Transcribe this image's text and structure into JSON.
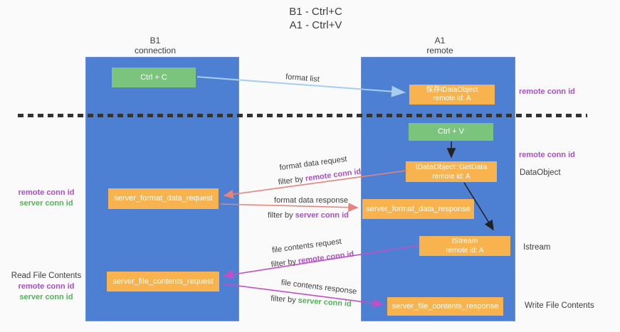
{
  "title": {
    "line1": "B1 - Ctrl+C",
    "line2": "A1 - Ctrl+V"
  },
  "lifelines": {
    "left": {
      "title": "B1",
      "subtitle": "connection"
    },
    "right": {
      "title": "A1",
      "subtitle": "remote"
    }
  },
  "nodes": {
    "ctrl_c": {
      "label": "Ctrl + C"
    },
    "save_dataobject": {
      "line1": "保存IDataObject",
      "line2": "remote id: A"
    },
    "ctrl_v": {
      "label": "Ctrl + V"
    },
    "getdata": {
      "line1": "IDataObject::GetData",
      "line2": "remote id: A"
    },
    "format_request": {
      "label": "server_format_data_request"
    },
    "format_response": {
      "label": "server_format_data_response"
    },
    "istream": {
      "line1": "IStream",
      "line2": "remote id: A"
    },
    "file_request": {
      "label": "server_file_contents_request"
    },
    "file_response": {
      "label": "server_file_contents_response"
    }
  },
  "left_annotations": {
    "remote_conn_1": "remote conn id",
    "server_conn_1": "server conn id",
    "read_file": "Read File Contents",
    "remote_conn_2": "remote conn id",
    "server_conn_2": "server conn id"
  },
  "right_annotations": {
    "remote_conn_1": "remote conn id",
    "remote_conn_2": "remote conn id",
    "dataobject": "DataObject",
    "istream": "Istream",
    "write_file": "Write File Contents"
  },
  "flow_labels": {
    "format_list": "format list",
    "format_request_l1": "format data request",
    "format_request_l2_prefix": "filter by ",
    "format_request_l2_key": "remote conn id",
    "format_response_l1": "format data response",
    "format_response_l2_prefix": "filter by ",
    "format_response_l2_key": "server conn id",
    "file_request_l1": "file contents request",
    "file_request_l2_prefix": "filter by ",
    "file_request_l2_key": "remote conn id",
    "file_response_l1": "file contents response",
    "file_response_l2_prefix": "filter by ",
    "file_response_l2_key": "server conn id"
  },
  "colors": {
    "lane_blue": "#4D80D3",
    "box_orange": "#F9B34E",
    "box_green": "#7BC47E",
    "arrow_salmon": "#E8837B",
    "arrow_magenta": "#C44EC4",
    "arrow_blue": "#A8CDEE",
    "text_purple": "#A94FC5",
    "text_green": "#53B257",
    "text_dark": "#3D3D3D"
  }
}
